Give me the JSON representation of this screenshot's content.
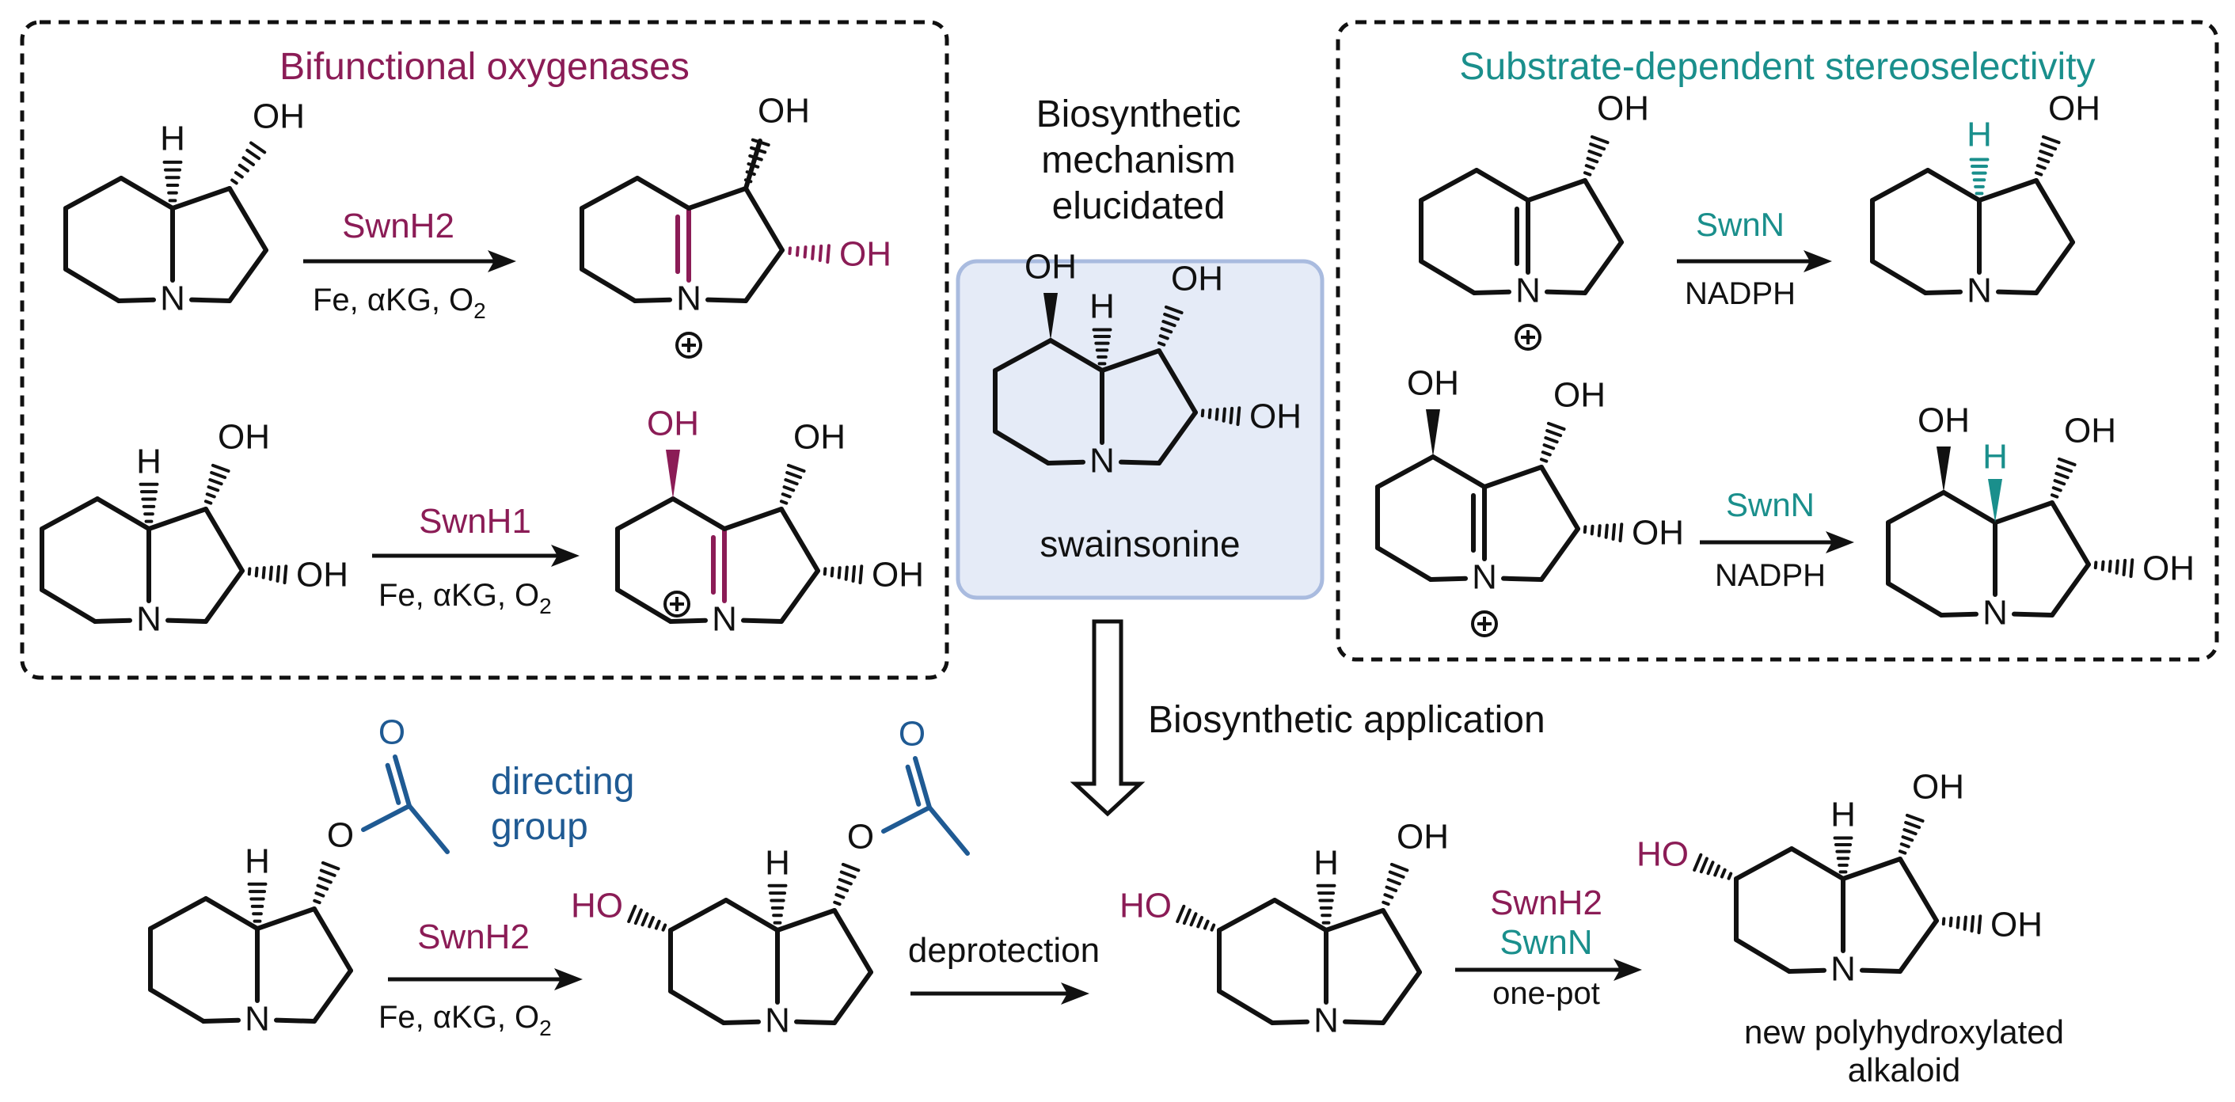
{
  "colors": {
    "purple": "#8b1c56",
    "teal": "#1a8f8c",
    "blue": "#1f5a93",
    "black": "#111111",
    "panel_bg": "#e5ebf7",
    "panel_border": "#a9bbdf"
  },
  "left_panel": {
    "title": "Bifunctional oxygenases",
    "reaction1": {
      "enzyme": "SwnH2",
      "conditions": "Fe, αKG, O",
      "sub": "2"
    },
    "reaction2": {
      "enzyme": "SwnH1",
      "conditions": "Fe, αKG, O",
      "sub": "2"
    }
  },
  "center": {
    "heading": [
      "Biosynthetic",
      "mechanism",
      "elucidated"
    ],
    "product_name": "swainsonine",
    "application_label": "Biosynthetic application"
  },
  "right_panel": {
    "title": "Substrate-dependent stereoselectivity",
    "reaction1": {
      "enzyme": "SwnN",
      "cofactor": "NADPH"
    },
    "reaction2": {
      "enzyme": "SwnN",
      "cofactor": "NADPH"
    }
  },
  "bottom": {
    "directing_group": [
      "directing",
      "group"
    ],
    "step1": {
      "enzyme": "SwnH2",
      "conditions": "Fe, αKG, O",
      "sub": "2"
    },
    "step2": {
      "label": "deprotection"
    },
    "step3": {
      "enzyme1": "SwnH2",
      "enzyme2": "SwnN",
      "condition": "one-pot"
    },
    "product_caption": [
      "new polyhydroxylated",
      "alkaloid"
    ]
  },
  "atoms": {
    "N": "N",
    "H": "H",
    "O": "O",
    "OH": "OH",
    "HO": "HO",
    "plus": "+"
  }
}
